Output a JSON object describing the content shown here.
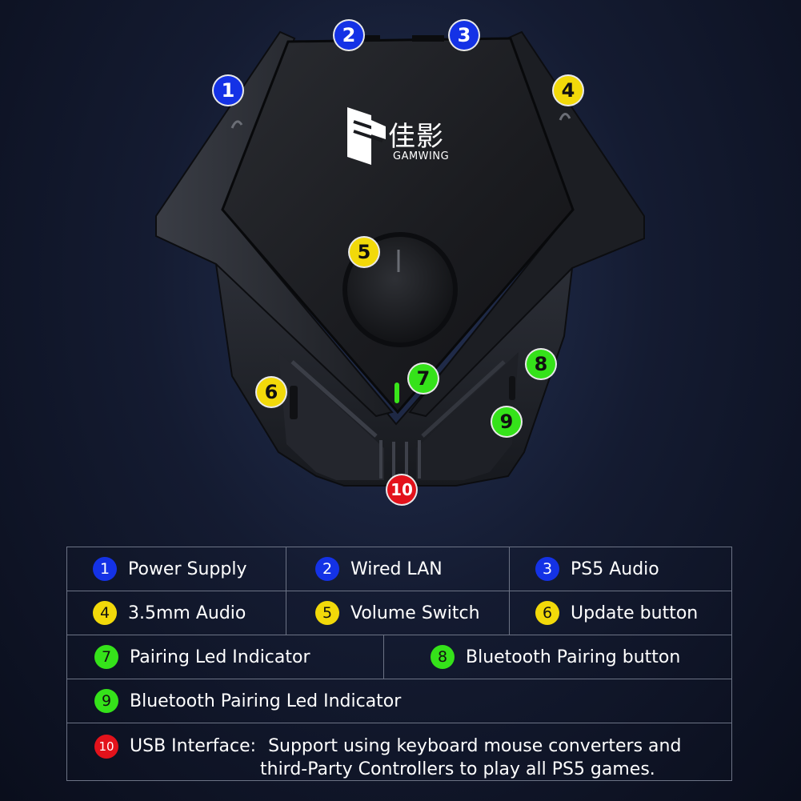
{
  "brand": {
    "name_cn": "佳影",
    "name_en": "GAMWING"
  },
  "colors": {
    "blue": "#1432e6",
    "yellow": "#f2d90a",
    "green": "#35e21a",
    "red": "#e3121b"
  },
  "markers": [
    {
      "num": "1",
      "color": "blue"
    },
    {
      "num": "2",
      "color": "blue"
    },
    {
      "num": "3",
      "color": "blue"
    },
    {
      "num": "4",
      "color": "yellow"
    },
    {
      "num": "5",
      "color": "yellow"
    },
    {
      "num": "6",
      "color": "yellow"
    },
    {
      "num": "7",
      "color": "green"
    },
    {
      "num": "8",
      "color": "green"
    },
    {
      "num": "9",
      "color": "green"
    },
    {
      "num": "10",
      "color": "red"
    }
  ],
  "legend": [
    {
      "num": "1",
      "label": "Power Supply"
    },
    {
      "num": "2",
      "label": "Wired LAN"
    },
    {
      "num": "3",
      "label": "PS5 Audio"
    },
    {
      "num": "4",
      "label": "3.5mm Audio"
    },
    {
      "num": "5",
      "label": "Volume Switch"
    },
    {
      "num": "6",
      "label": "Update button"
    },
    {
      "num": "7",
      "label": "Pairing Led Indicator"
    },
    {
      "num": "8",
      "label": "Bluetooth Pairing button"
    },
    {
      "num": "9",
      "label": "Bluetooth Pairing Led Indicator"
    },
    {
      "num": "10",
      "label": "USB Interface:",
      "line1": "Support using keyboard mouse converters and",
      "line2": "third-Party Controllers to play all PS5 games."
    }
  ]
}
